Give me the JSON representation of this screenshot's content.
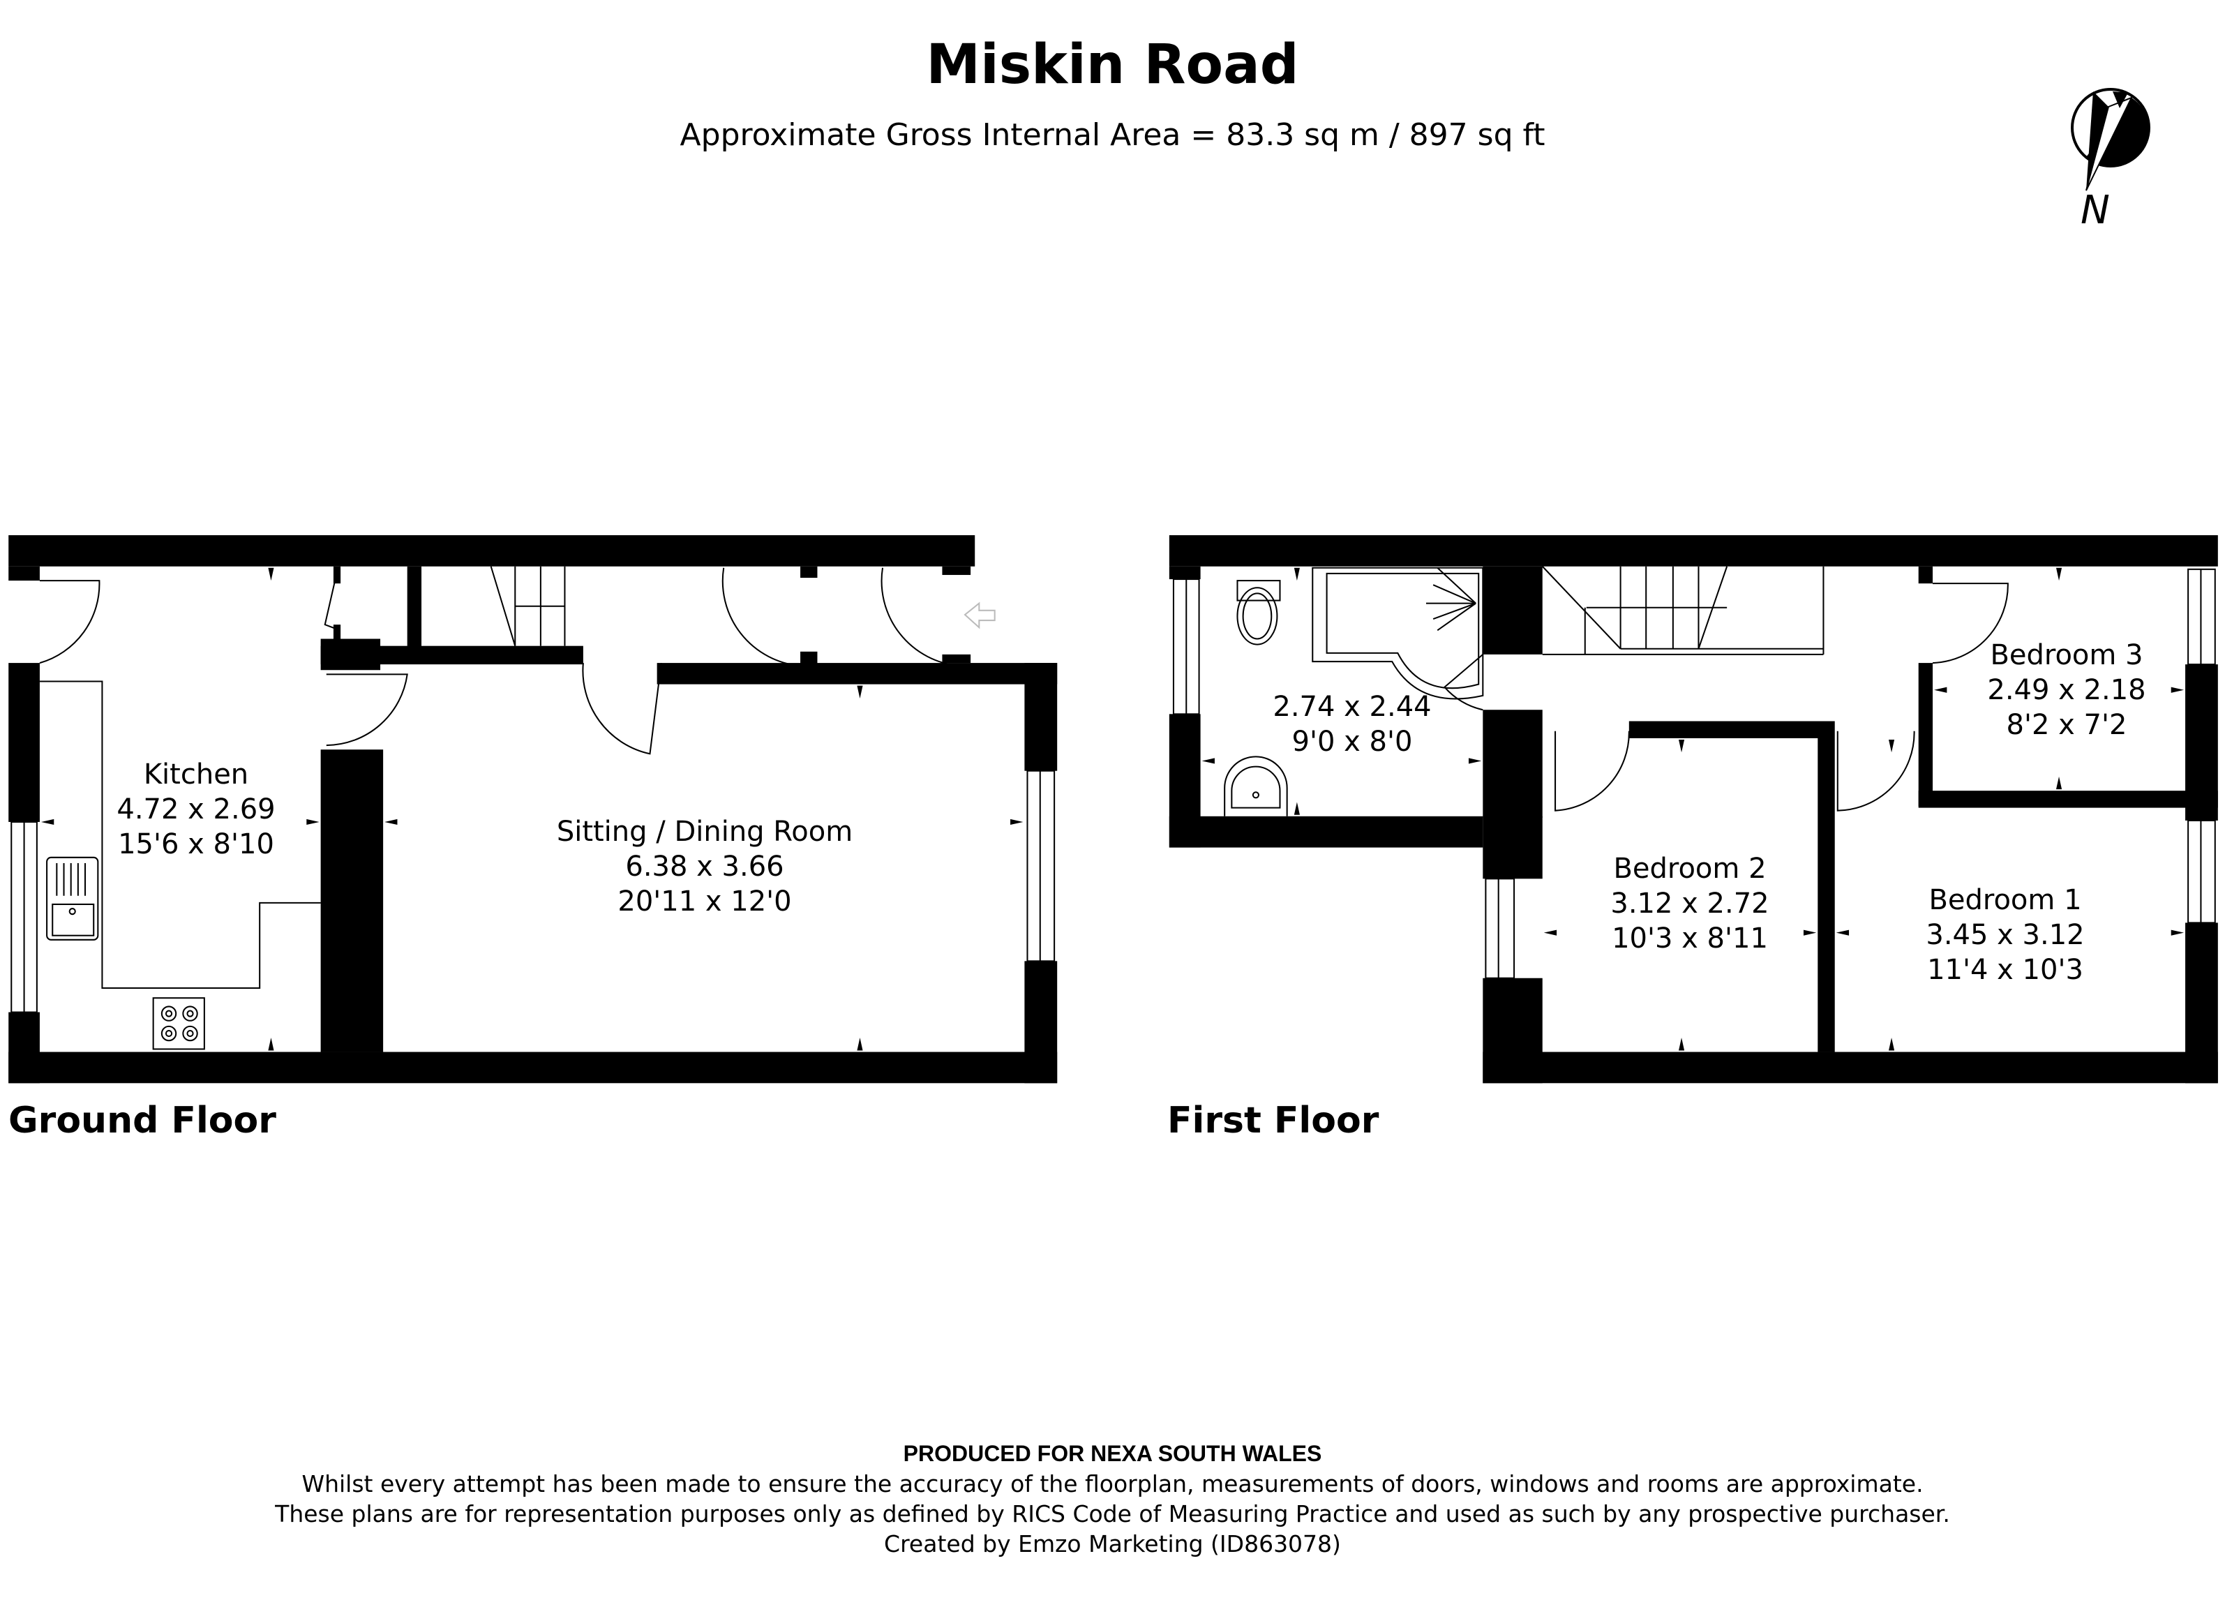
{
  "header": {
    "title": "Miskin Road",
    "subtitle": "Approximate Gross Internal Area = 83.3 sq m / 897 sq ft"
  },
  "compass": {
    "icon": "north-arrow-icon",
    "label": "N"
  },
  "floors": [
    {
      "label": "Ground Floor",
      "rooms": [
        {
          "name": "Kitchen",
          "metric": "4.72 x 2.69",
          "imperial": "15'6 x 8'10"
        },
        {
          "name": "Sitting / Dining Room",
          "metric": "6.38 x 3.66",
          "imperial": "20'11 x 12'0"
        }
      ],
      "fixtures": [
        "sink-icon",
        "hob-icon",
        "stairs-icon",
        "entrance-arrow-icon"
      ]
    },
    {
      "label": "First Floor",
      "rooms": [
        {
          "name": "",
          "metric": "2.74 x 2.44",
          "imperial": "9'0 x 8'0"
        },
        {
          "name": "Bedroom 3",
          "metric": "2.49 x 2.18",
          "imperial": "8'2 x 7'2"
        },
        {
          "name": "Bedroom 2",
          "metric": "3.12 x 2.72",
          "imperial": "10'3 x 8'11"
        },
        {
          "name": "Bedroom 1",
          "metric": "3.45 x 3.12",
          "imperial": "11'4 x 10'3"
        }
      ],
      "fixtures": [
        "toilet-icon",
        "bath-shower-icon",
        "basin-icon",
        "stairs-icon"
      ]
    }
  ],
  "footer": {
    "produced_for": "PRODUCED FOR NEXA SOUTH WALES",
    "line1": "Whilst every attempt has been made to ensure the accuracy of the floorplan, measurements of doors, windows and rooms are approximate.",
    "line2": "These plans are for representation purposes only as defined by RICS Code of Measuring Practice and used as such by any prospective purchaser.",
    "line3": "Created by Emzo Marketing (ID863078)"
  },
  "colors": {
    "wall": "#000000",
    "background": "#ffffff",
    "line": "#000000"
  }
}
